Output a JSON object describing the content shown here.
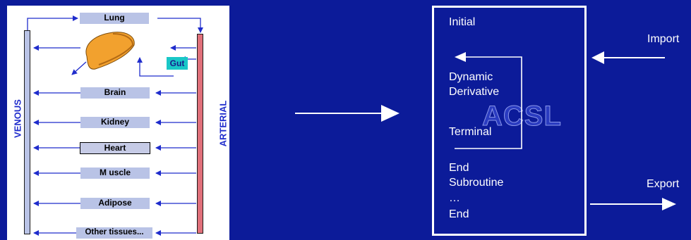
{
  "model_diagram": {
    "organs": {
      "lung": "Lung",
      "gut": "Gut",
      "brain": "Brain",
      "kidney": "Kidney",
      "heart": "Heart",
      "muscle": "M uscle",
      "adipose": "Adipose",
      "other": "Other tissues..."
    },
    "venous_label": "VENOUS",
    "arterial_label": "ARTERIAL"
  },
  "acsl_program": {
    "lines": {
      "initial": "Initial",
      "dynamic": "Dynamic",
      "derivative": "Derivative",
      "terminal": "Terminal",
      "end1": "End",
      "subroutine": "Subroutine",
      "ellipsis": "…",
      "end2": "End"
    },
    "watermark": "ACSL",
    "import_label": "Import",
    "export_label": "Export"
  },
  "colors": {
    "background": "#0c1b99",
    "arrow_blue": "#1f2ccc",
    "venous_bar": "#b9c3e6",
    "arterial_bar": "#e0707a",
    "liver": "#f2a12e",
    "gut": "#19c7c7"
  },
  "icons": [
    "liver-icon",
    "arrow-icon"
  ]
}
